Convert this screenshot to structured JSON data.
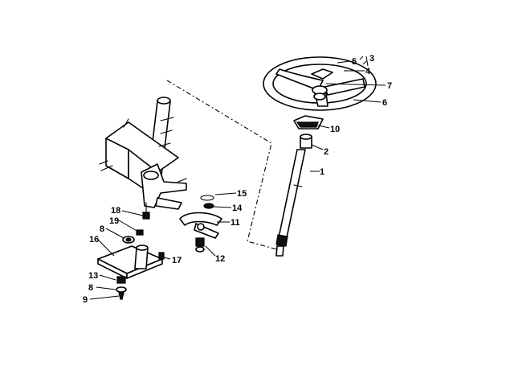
{
  "callouts": [
    {
      "id": "c1",
      "text": "1"
    },
    {
      "id": "c2",
      "text": "2"
    },
    {
      "id": "c3",
      "text": "3"
    },
    {
      "id": "c4",
      "text": "4"
    },
    {
      "id": "c5",
      "text": "5"
    },
    {
      "id": "c6",
      "text": "6"
    },
    {
      "id": "c7",
      "text": "7"
    },
    {
      "id": "c8a",
      "text": "8"
    },
    {
      "id": "c8b",
      "text": "8"
    },
    {
      "id": "c9",
      "text": "9"
    },
    {
      "id": "c10",
      "text": "10"
    },
    {
      "id": "c11",
      "text": "11"
    },
    {
      "id": "c12",
      "text": "12"
    },
    {
      "id": "c13",
      "text": "13"
    },
    {
      "id": "c14",
      "text": "14"
    },
    {
      "id": "c15",
      "text": "15"
    },
    {
      "id": "c16",
      "text": "16"
    },
    {
      "id": "c17",
      "text": "17"
    },
    {
      "id": "c18",
      "text": "18"
    },
    {
      "id": "c19",
      "text": "19"
    }
  ]
}
